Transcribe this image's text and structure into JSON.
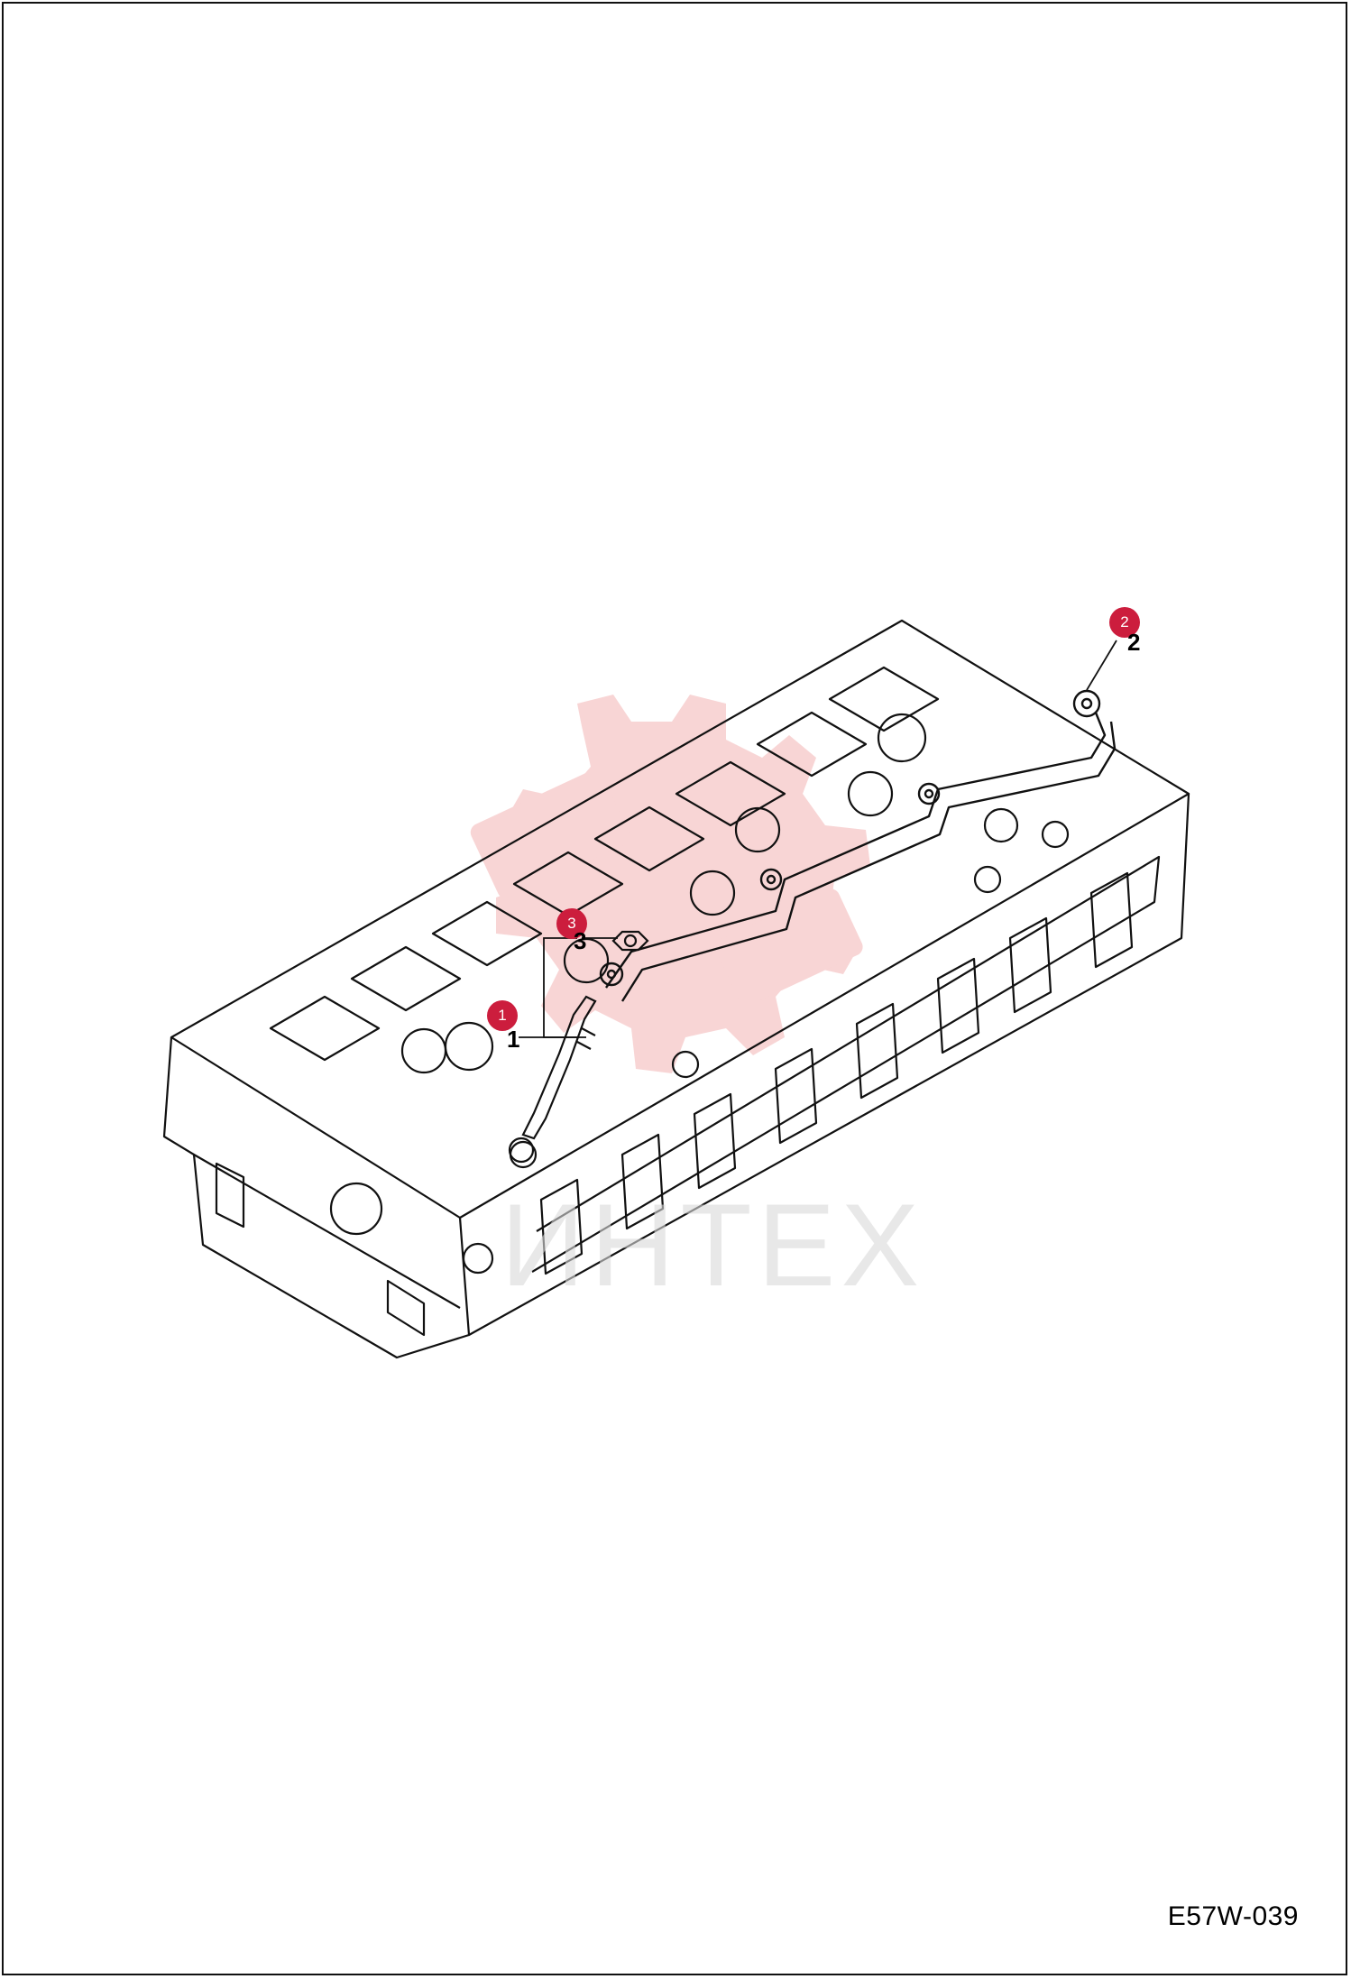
{
  "drawing": {
    "code": "E57W-039",
    "watermark": "ИНТЕХ",
    "accent_color": "#cc1d3d",
    "watermark_icon": "gear-logo-icon"
  },
  "callouts": [
    {
      "marker": "1",
      "part": "1"
    },
    {
      "marker": "2",
      "part": "2"
    },
    {
      "marker": "3",
      "part": "3"
    }
  ]
}
